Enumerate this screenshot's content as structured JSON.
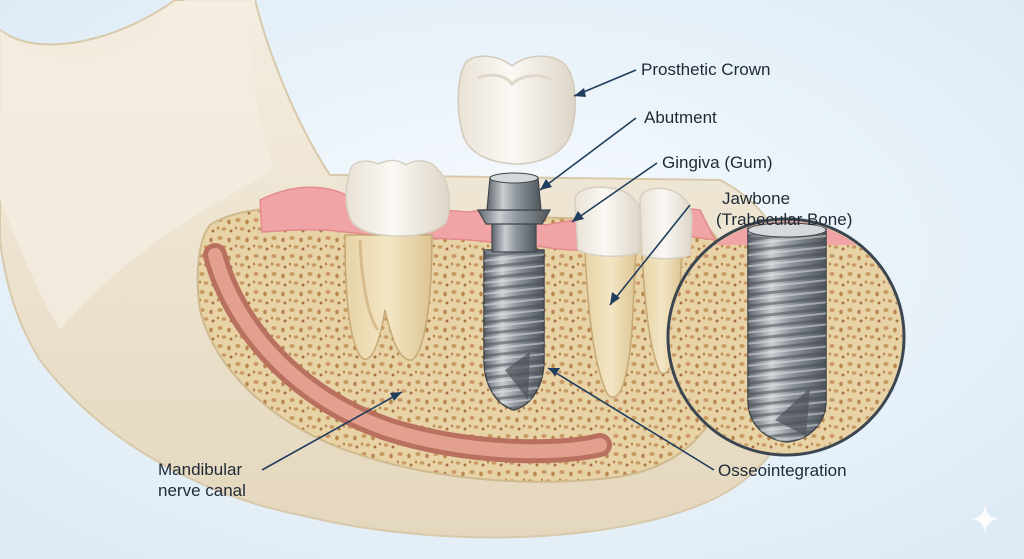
{
  "labels": {
    "prosthetic_crown": "Prosthetic Crown",
    "abutment": "Abutment",
    "gingiva": "Gingiva (Gum)",
    "jawbone_line1": "Jawbone",
    "jawbone_line2": "(Trabecular Bone)",
    "nerve_line1": "Mandibular",
    "nerve_line2": "nerve canal",
    "osseointegration": "Osseointegration"
  },
  "colors": {
    "background": "#e8f1f8",
    "bone_outer": "#efe6d2",
    "trabecular": "#e6cfa0",
    "gum": "#f1a6a8",
    "enamel": "#f7f4ee",
    "nerve": "#d98b7a",
    "titanium": "#8f969c",
    "leader": "#1f3d5c"
  },
  "icons": {
    "watermark": "sparkle-icon"
  }
}
